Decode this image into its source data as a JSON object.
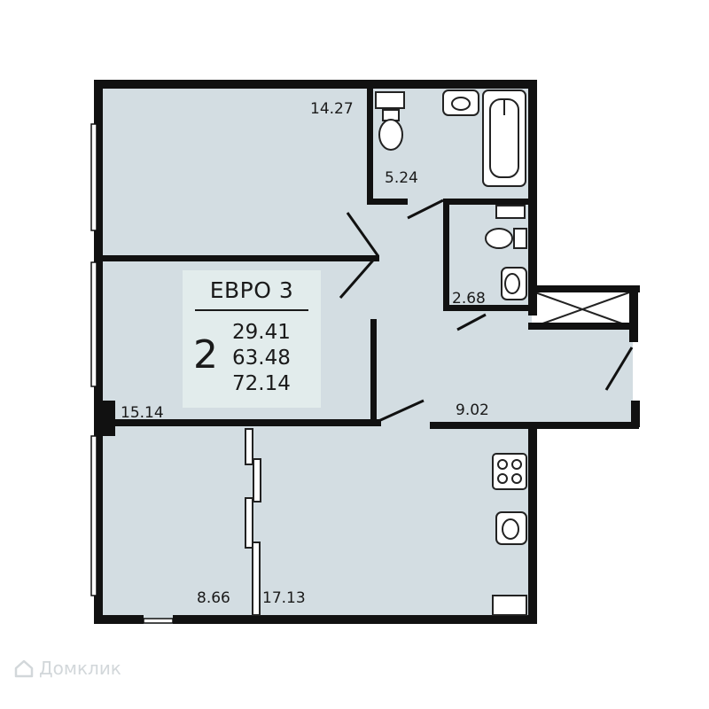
{
  "plan": {
    "type_label": "ЕВРО 3",
    "rooms_count": "2",
    "living_area": "29.41",
    "total_area": "63.48",
    "full_area": "72.14"
  },
  "rooms": [
    {
      "id": "bedroom-top",
      "area": "14.27"
    },
    {
      "id": "bathroom",
      "area": "5.24"
    },
    {
      "id": "wc",
      "area": "2.68"
    },
    {
      "id": "bedroom-middle",
      "area": "15.14"
    },
    {
      "id": "hallway",
      "area": "9.02"
    },
    {
      "id": "room-bottom-left",
      "area": "8.66"
    },
    {
      "id": "kitchen-living",
      "area": "17.13"
    }
  ],
  "watermark": {
    "text": "Домклик",
    "icon": "house-icon"
  }
}
